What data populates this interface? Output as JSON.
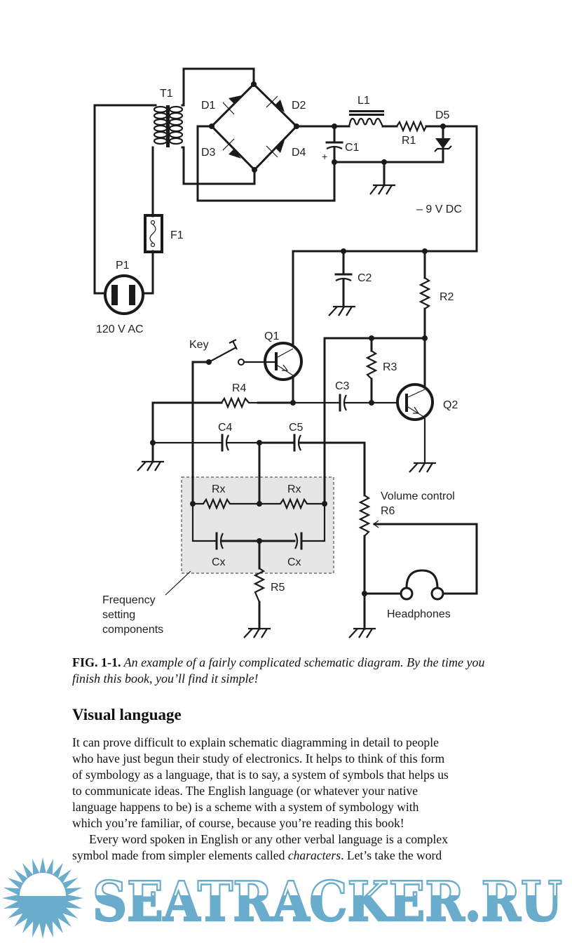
{
  "figure": {
    "labels": {
      "T1": "T1",
      "D1": "D1",
      "D2": "D2",
      "D3": "D3",
      "D4": "D4",
      "L1": "L1",
      "C1": "C1",
      "C1_polarity": "+",
      "R1": "R1",
      "D5": "D5",
      "supply": "– 9 V DC",
      "F1": "F1",
      "P1": "P1",
      "mains": "120 V AC",
      "C2": "C2",
      "R2": "R2",
      "Key": "Key",
      "Q1": "Q1",
      "R3": "R3",
      "R4": "R4",
      "C3": "C3",
      "Q2": "Q2",
      "C4": "C4",
      "C5": "C5",
      "Rx_left": "Rx",
      "Rx_right": "Rx",
      "Cx_left": "Cx",
      "Cx_right": "Cx",
      "R5": "R5",
      "volume_line1": "Volume control",
      "volume_line2": "R6",
      "headphones": "Headphones",
      "freq_line1": "Frequency",
      "freq_line2": "setting",
      "freq_line3": "components"
    },
    "caption_label": "FIG. 1-1.",
    "caption_text": " An example of a fairly complicated schematic diagram. By the time you finish this book, you’ll find it simple!"
  },
  "section": {
    "heading": "Visual language",
    "paragraph1": [
      "It can prove difficult to explain schematic diagramming in detail to people",
      "who have just begun their study of electronics. It helps to think of this form",
      "of symbology as a language, that is to say, a system of symbols that helps us",
      "to communicate ideas. The English language (or whatever your native",
      "language happens to be) is a scheme with a system of symbology with",
      "which you’re familiar, of course, because you’re reading this book!"
    ],
    "paragraph2_line1": "Every word spoken in English or any other verbal language is a complex",
    "paragraph2_line2_pre": "symbol made from simpler elements called ",
    "paragraph2_line2_em": "characters",
    "paragraph2_line2_post": ". Let’s take the word"
  },
  "watermark": {
    "text": "SEATRACKER.RU",
    "color": "#6aaccc"
  }
}
